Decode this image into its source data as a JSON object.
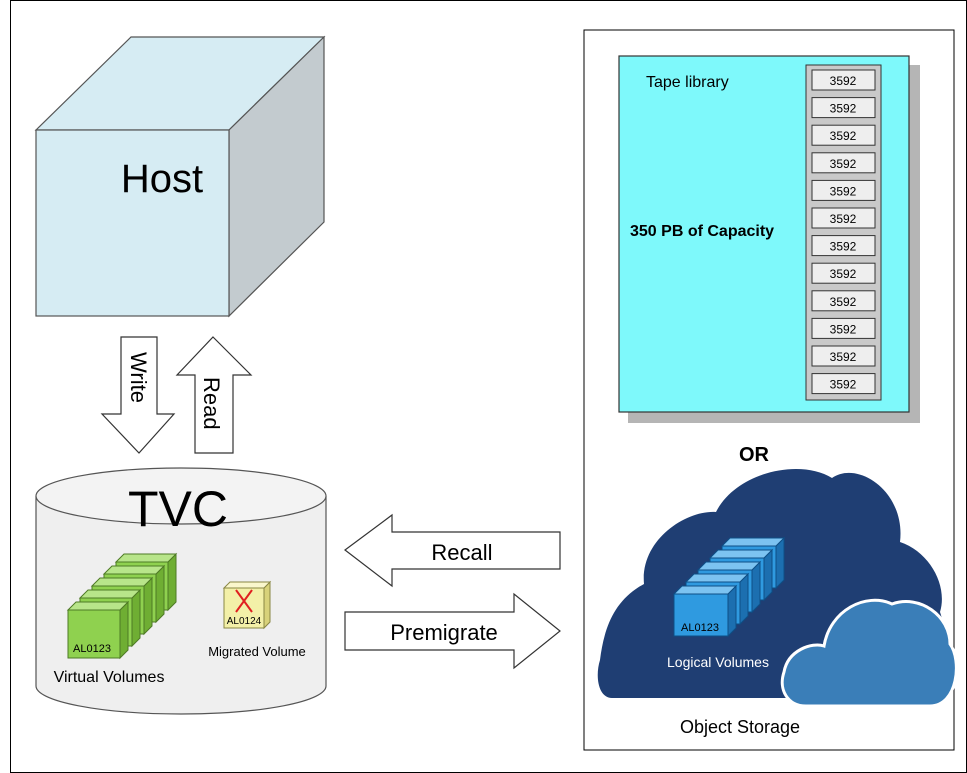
{
  "host": {
    "label": "Host"
  },
  "arrows": {
    "write": "Write",
    "read": "Read",
    "recall": "Recall",
    "premigrate": "Premigrate"
  },
  "tvc": {
    "label": "TVC",
    "virtual_volume_id": "AL0123",
    "virtual_volumes_label": "Virtual Volumes",
    "migrated_volume_id": "AL0124",
    "migrated_volume_label": "Migrated Volume"
  },
  "tape_library": {
    "title": "Tape library",
    "capacity": "350 PB of Capacity",
    "drives": [
      "3592",
      "3592",
      "3592",
      "3592",
      "3592",
      "3592",
      "3592",
      "3592",
      "3592",
      "3592",
      "3592",
      "3592"
    ]
  },
  "or_label": "OR",
  "object_storage": {
    "logical_volume_id": "AL0123",
    "logical_volumes_label": "Logical Volumes",
    "label": "Object Storage"
  },
  "colors": {
    "host_front": "#d6ecf3",
    "host_side": "#c3cbcf",
    "tape_fill": "#7ef9fb",
    "cloud_dark": "#1f3e73",
    "cloud_light": "#3a7eb8",
    "volume_green": "#8fd14f",
    "volume_blue": "#2f9ae0",
    "migrated_yellow": "#f3f0a8"
  }
}
